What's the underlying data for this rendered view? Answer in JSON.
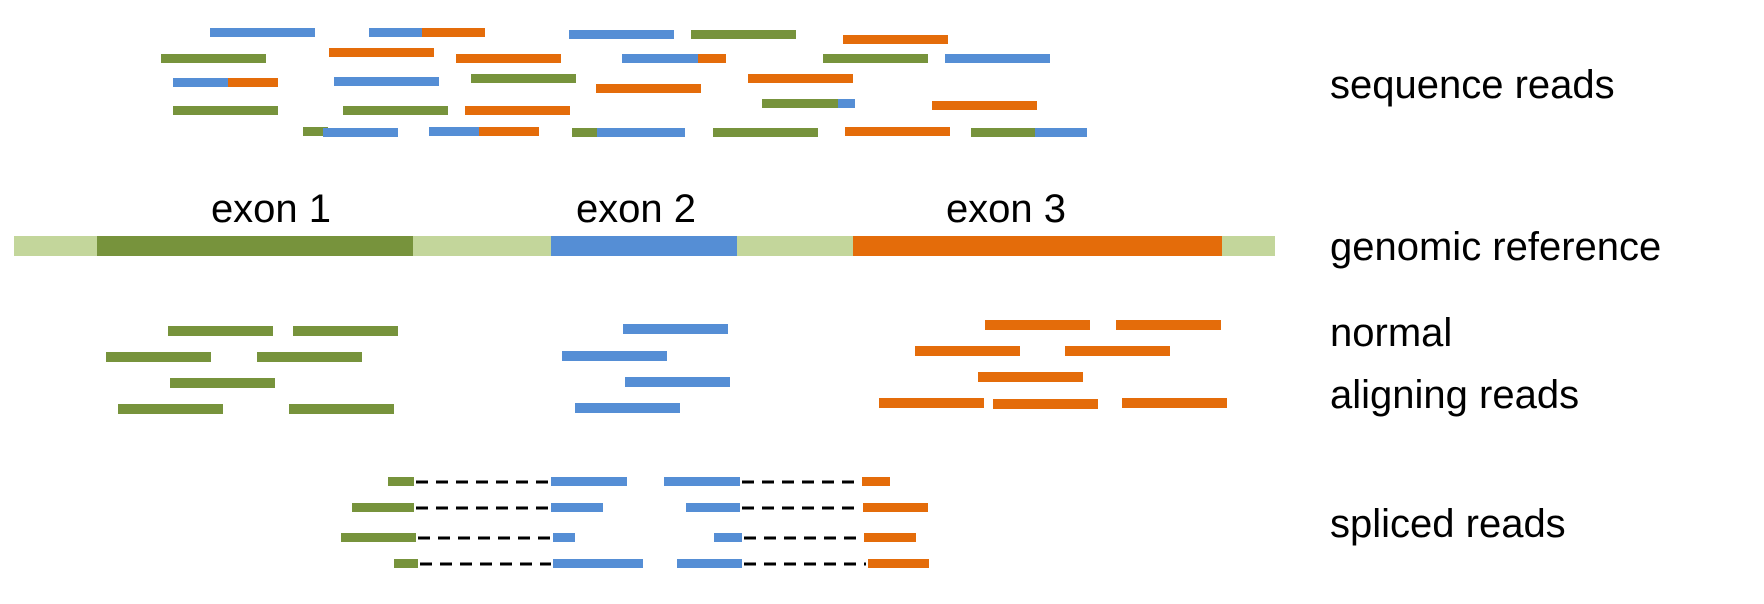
{
  "colors": {
    "exon1": "#77933c",
    "exon2": "#558ed5",
    "exon3": "#e46c0a",
    "intron": "#c3d69b",
    "connector": "#000000"
  },
  "labels": {
    "sequence_reads": "sequence reads",
    "genomic_reference": "genomic reference",
    "normal": "normal",
    "aligning_reads": "aligning reads",
    "spliced_reads": "spliced reads"
  },
  "reference": {
    "exons": [
      {
        "id": "exon1",
        "label": "exon 1"
      },
      {
        "id": "exon2",
        "label": "exon 2"
      },
      {
        "id": "exon3",
        "label": "exon 3"
      }
    ]
  }
}
